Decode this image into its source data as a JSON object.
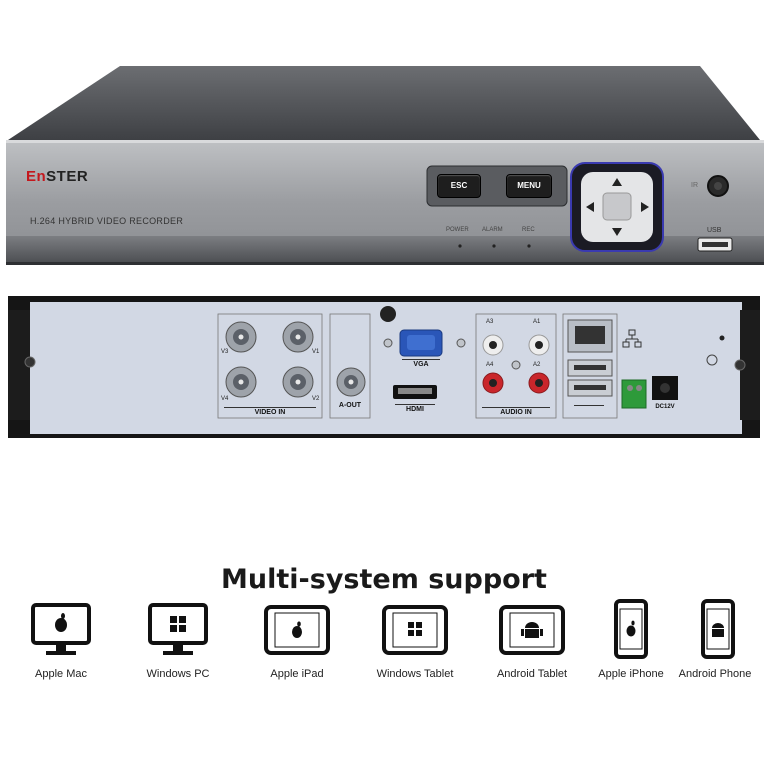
{
  "front": {
    "brand_prefix": "En",
    "brand_suffix": "STER",
    "model_text": "H.264 HYBRID VIDEO RECORDER",
    "esc_label": "ESC",
    "menu_label": "MENU",
    "led_labels": [
      "POWER",
      "ALARM",
      "REC"
    ],
    "ir_label": "IR",
    "usb_label": "USB"
  },
  "back": {
    "video_in_label": "VIDEO IN",
    "video_channels": [
      "V3",
      "V1",
      "V4",
      "V2"
    ],
    "audio_out_label": "A-OUT",
    "vga_label": "VGA",
    "hdmi_label": "HDMI",
    "audio_in_label": "AUDIO IN",
    "audio_channels": [
      "A3",
      "A1",
      "A4",
      "A2"
    ],
    "power_label": "DC12V"
  },
  "support": {
    "headline": "Multi-system support",
    "devices": [
      {
        "label": "Apple Mac",
        "icon": "apple-monitor-icon"
      },
      {
        "label": "Windows PC",
        "icon": "windows-monitor-icon"
      },
      {
        "label": "Apple iPad",
        "icon": "apple-tablet-icon"
      },
      {
        "label": "Windows Tablet",
        "icon": "windows-tablet-icon"
      },
      {
        "label": "Android Tablet",
        "icon": "android-tablet-icon"
      },
      {
        "label": "Apple iPhone",
        "icon": "apple-phone-icon"
      },
      {
        "label": "Android Phone",
        "icon": "android-phone-icon"
      }
    ]
  }
}
